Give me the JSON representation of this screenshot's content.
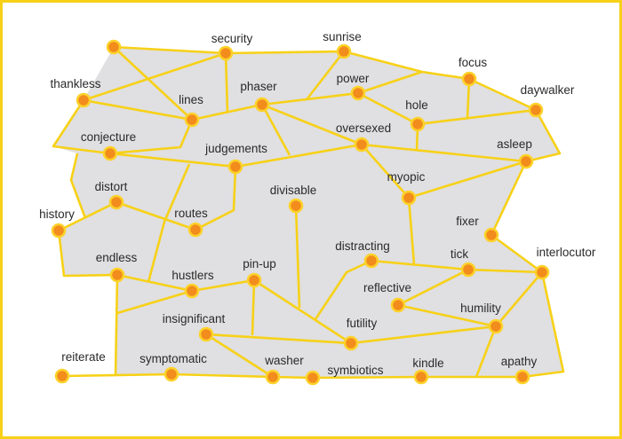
{
  "colors": {
    "frame": "#f7d117",
    "edge": "#f7d117",
    "fill": "#e0dfe1",
    "node": "#f28c1c",
    "node_ring": "#fcd22a"
  },
  "nodes": [
    {
      "id": "top",
      "label": ""
    },
    {
      "id": "security",
      "label": "security"
    },
    {
      "id": "sunrise",
      "label": "sunrise"
    },
    {
      "id": "focus",
      "label": "focus"
    },
    {
      "id": "daywalker",
      "label": "daywalker"
    },
    {
      "id": "thankless",
      "label": "thankless"
    },
    {
      "id": "lines",
      "label": "lines"
    },
    {
      "id": "phaser",
      "label": "phaser"
    },
    {
      "id": "power",
      "label": "power"
    },
    {
      "id": "hole",
      "label": "hole"
    },
    {
      "id": "oversexed",
      "label": "oversexed"
    },
    {
      "id": "asleep",
      "label": "asleep"
    },
    {
      "id": "conjecture",
      "label": "conjecture"
    },
    {
      "id": "judgements",
      "label": "judgements"
    },
    {
      "id": "distort",
      "label": "distort"
    },
    {
      "id": "history",
      "label": "history"
    },
    {
      "id": "routes",
      "label": "routes"
    },
    {
      "id": "divisable",
      "label": "divisable"
    },
    {
      "id": "myopic",
      "label": "myopic"
    },
    {
      "id": "fixer",
      "label": "fixer"
    },
    {
      "id": "distracting",
      "label": "distracting"
    },
    {
      "id": "tick",
      "label": "tick"
    },
    {
      "id": "interlocutor",
      "label": "interlocutor"
    },
    {
      "id": "endless",
      "label": "endless"
    },
    {
      "id": "hustlers",
      "label": "hustlers"
    },
    {
      "id": "pinup",
      "label": "pin-up"
    },
    {
      "id": "reflective",
      "label": "reflective"
    },
    {
      "id": "humility",
      "label": "humility"
    },
    {
      "id": "insignificant",
      "label": "insignificant"
    },
    {
      "id": "futility",
      "label": "futility"
    },
    {
      "id": "reiterate",
      "label": "reiterate"
    },
    {
      "id": "symptomatic",
      "label": "symptomatic"
    },
    {
      "id": "washer",
      "label": "washer"
    },
    {
      "id": "symbiotics",
      "label": "symbiotics"
    },
    {
      "id": "kindle",
      "label": "kindle"
    },
    {
      "id": "apathy",
      "label": "apathy"
    }
  ]
}
